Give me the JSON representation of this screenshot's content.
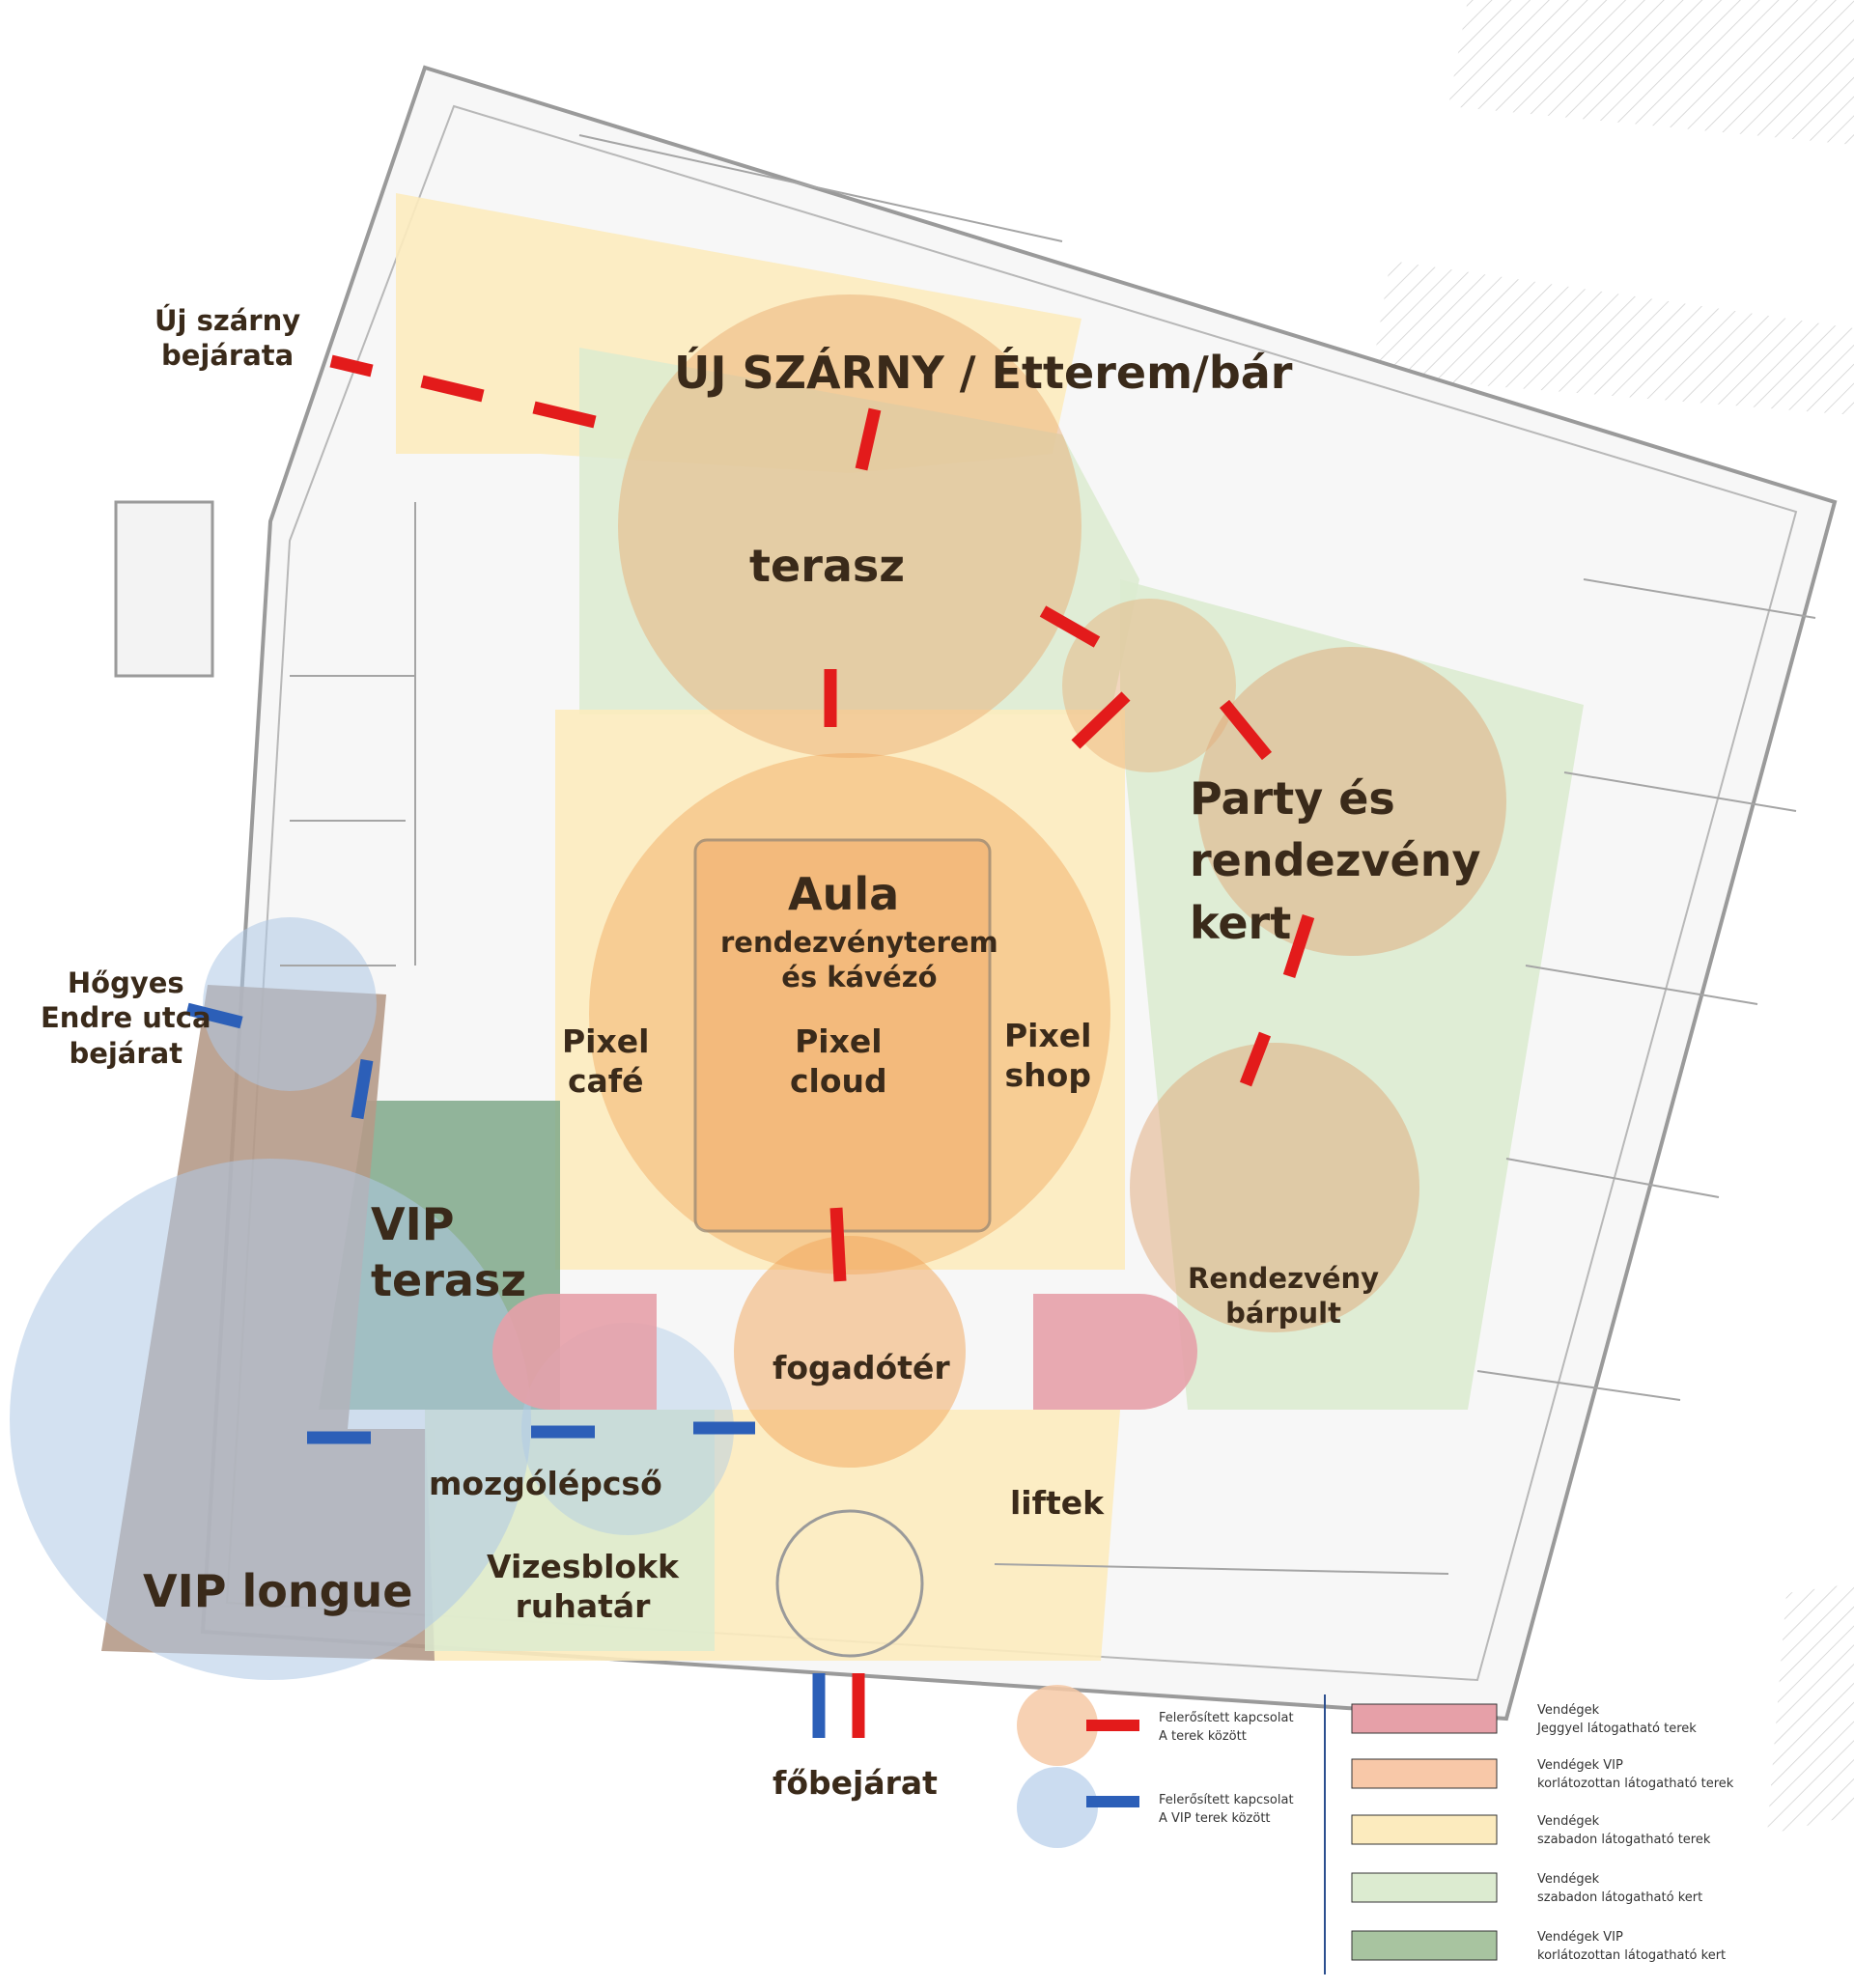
{
  "labels": {
    "uj_szarny_bejarata": [
      "Új szárny",
      "bejárata"
    ],
    "uj_szarny_title": "ÚJ SZÁRNY / Étterem/bár",
    "terasz": "terasz",
    "party": [
      "Party és",
      "rendezvény",
      "kert"
    ],
    "aula_title": "Aula",
    "aula_sub": [
      "rendezvényterem",
      "és kávézó"
    ],
    "pixel_cafe": [
      "Pixel",
      "café"
    ],
    "pixel_cloud": [
      "Pixel",
      "cloud"
    ],
    "pixel_shop": [
      "Pixel",
      "shop"
    ],
    "hogyes": [
      "Hőgyes",
      "Endre utca",
      "bejárat"
    ],
    "vip_terasz": [
      "VIP",
      "terasz"
    ],
    "rendezveny_barpult": [
      "Rendezvény",
      "bárpult"
    ],
    "fogadoter": "fogadótér",
    "mozgolepcso": "mozgólépcső",
    "liftek": "liftek",
    "vip_longue": "VIP longue",
    "vizesblokk": [
      "Vizesblokk",
      "ruhatár"
    ],
    "fobejarat": "főbejárat"
  },
  "legend": {
    "connections": [
      {
        "color": "#e31b1b",
        "circle": "#f6c9a6",
        "text": [
          "Felerősített kapcsolat",
          "A terek között"
        ]
      },
      {
        "color": "#2c5fb8",
        "circle": "#c5d8ee",
        "text": [
          "Felerősített kapcsolat",
          "A VIP terek között"
        ]
      }
    ],
    "zones": [
      {
        "color": "#e6a0a8",
        "text": [
          "Vendégek",
          "Jeggyel látogatható terek"
        ]
      },
      {
        "color": "#f8c8a8",
        "text": [
          "Vendégek VIP",
          "korlátozottan látogatható terek"
        ]
      },
      {
        "color": "#fcebbe",
        "text": [
          "Vendégek",
          "szabadon látogatható terek"
        ]
      },
      {
        "color": "#dcebd0",
        "text": [
          "Vendégek",
          "szabadon látogatható kert"
        ]
      },
      {
        "color": "#a8c4a0",
        "text": [
          "Vendégek VIP",
          "korlátozottan látogatható kert"
        ]
      }
    ]
  },
  "colors": {
    "red_connection": "#e31b1b",
    "blue_connection": "#2c5fb8",
    "orange_circle": "#e8a66a",
    "blue_circle": "#aec9e6"
  }
}
